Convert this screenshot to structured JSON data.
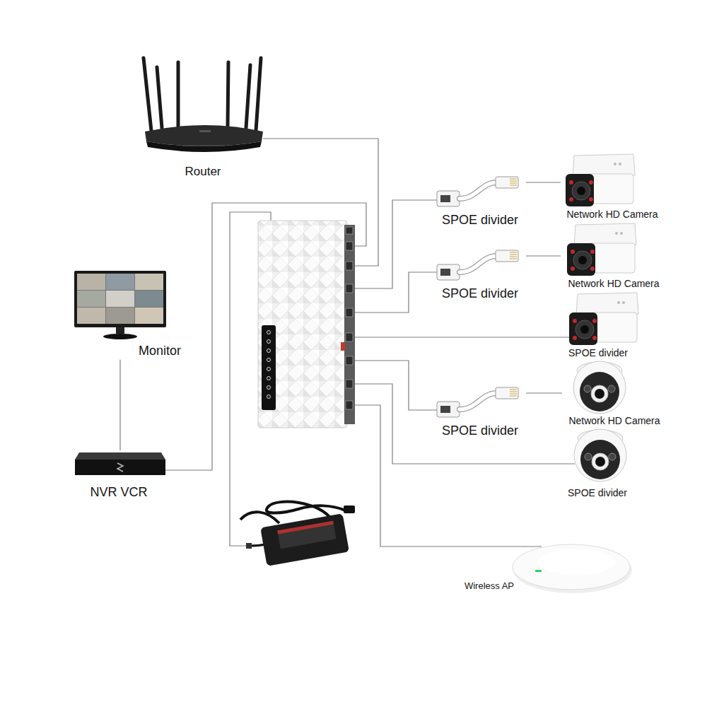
{
  "diagram": {
    "nodes": [
      {
        "text": [
          "Router"
        ]
      },
      {
        "text": [
          "SPOE divider"
        ]
      },
      {
        "text": [
          "Network HD Camera"
        ]
      },
      {
        "text": [
          "SPOE divider"
        ]
      },
      {
        "text": [
          "Network HD Camera"
        ]
      },
      {
        "text": [
          "Monitor"
        ]
      },
      {
        "text": [
          "SPOE divider"
        ]
      },
      {
        "text": [
          "SPOE divider"
        ]
      },
      {
        "text": [
          "Network HD Camera"
        ]
      },
      {
        "text": [
          "NVR VCR"
        ]
      },
      {
        "text": [
          "SPOE divider"
        ]
      },
      {
        "text": [
          "Wireless AP"
        ]
      }
    ],
    "edges": [
      {
        "from": 1,
        "to": 2,
        "arrow": "none"
      },
      {
        "from": 3,
        "to": 4,
        "arrow": "none"
      },
      {
        "from": 7,
        "to": 8,
        "arrow": "none"
      },
      {
        "from": 9,
        "to": 5,
        "arrow": "none"
      }
    ]
  }
}
